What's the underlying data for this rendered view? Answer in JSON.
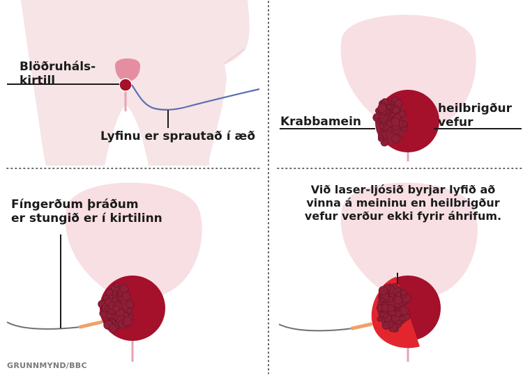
{
  "panels": {
    "top_left": {
      "gland_label": [
        "Blöðruháls-",
        "kirtill"
      ],
      "injection_label": "Lyfinu er sprautað í æð"
    },
    "top_right": {
      "cancer_label": "Krabbamein",
      "healthy_label": [
        "heilbrigður",
        "vefur"
      ]
    },
    "bottom_left": {
      "threads_label": [
        "Fíngerðum þráðum",
        "er stungið er í kirtilinn"
      ]
    },
    "bottom_right": {
      "laser_label": [
        "Við laser-ljósið byrjar lyfið að",
        "vinna á meininu en heilbrigður",
        "vefur verður ekki fyrir áhrifum."
      ]
    }
  },
  "credit": "GRUNNMYND/BBC",
  "colors": {
    "body_silhouette": "#f6e4e6",
    "bladder": "#f8dfe3",
    "gland_pink": "#e58ea2",
    "gland_dark": "#a5102b",
    "tumor": "#8f1e36",
    "laser_red": "#e3262e",
    "vein_blue": "#5b6fb0",
    "fiber_grey": "#6f6f6f",
    "fiber_tip": "#f0a167",
    "divider": "#3a3a3a"
  }
}
